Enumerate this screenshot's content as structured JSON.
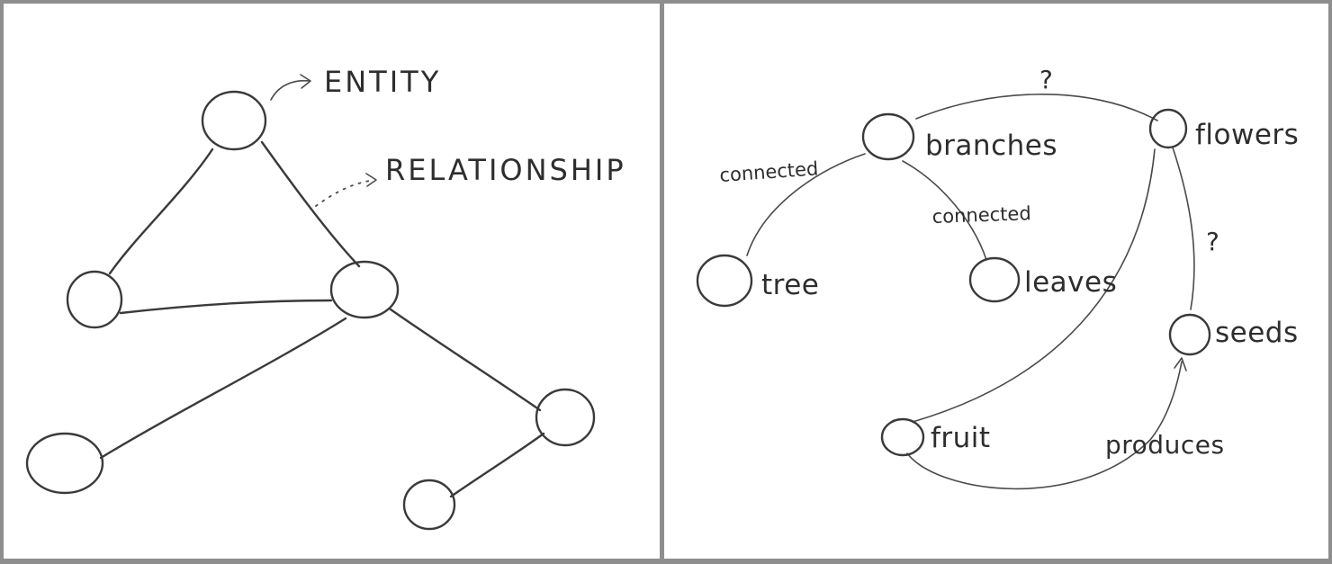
{
  "legend": {
    "entity_label": "ENTITY",
    "relationship_label": "RELATIONSHIP"
  },
  "graph": {
    "nodes": {
      "branches": "branches",
      "flowers": "flowers",
      "tree": "tree",
      "leaves": "leaves",
      "seeds": "seeds",
      "fruit": "fruit"
    },
    "edges": {
      "tree_branches": "connected",
      "branches_leaves": "connected",
      "branches_flowers": "?",
      "flowers_seeds": "?",
      "fruit_seeds": "produces"
    }
  },
  "colors": {
    "ink": "#3a3a3a",
    "paper": "#ffffff",
    "frame": "#8e8e8e"
  }
}
